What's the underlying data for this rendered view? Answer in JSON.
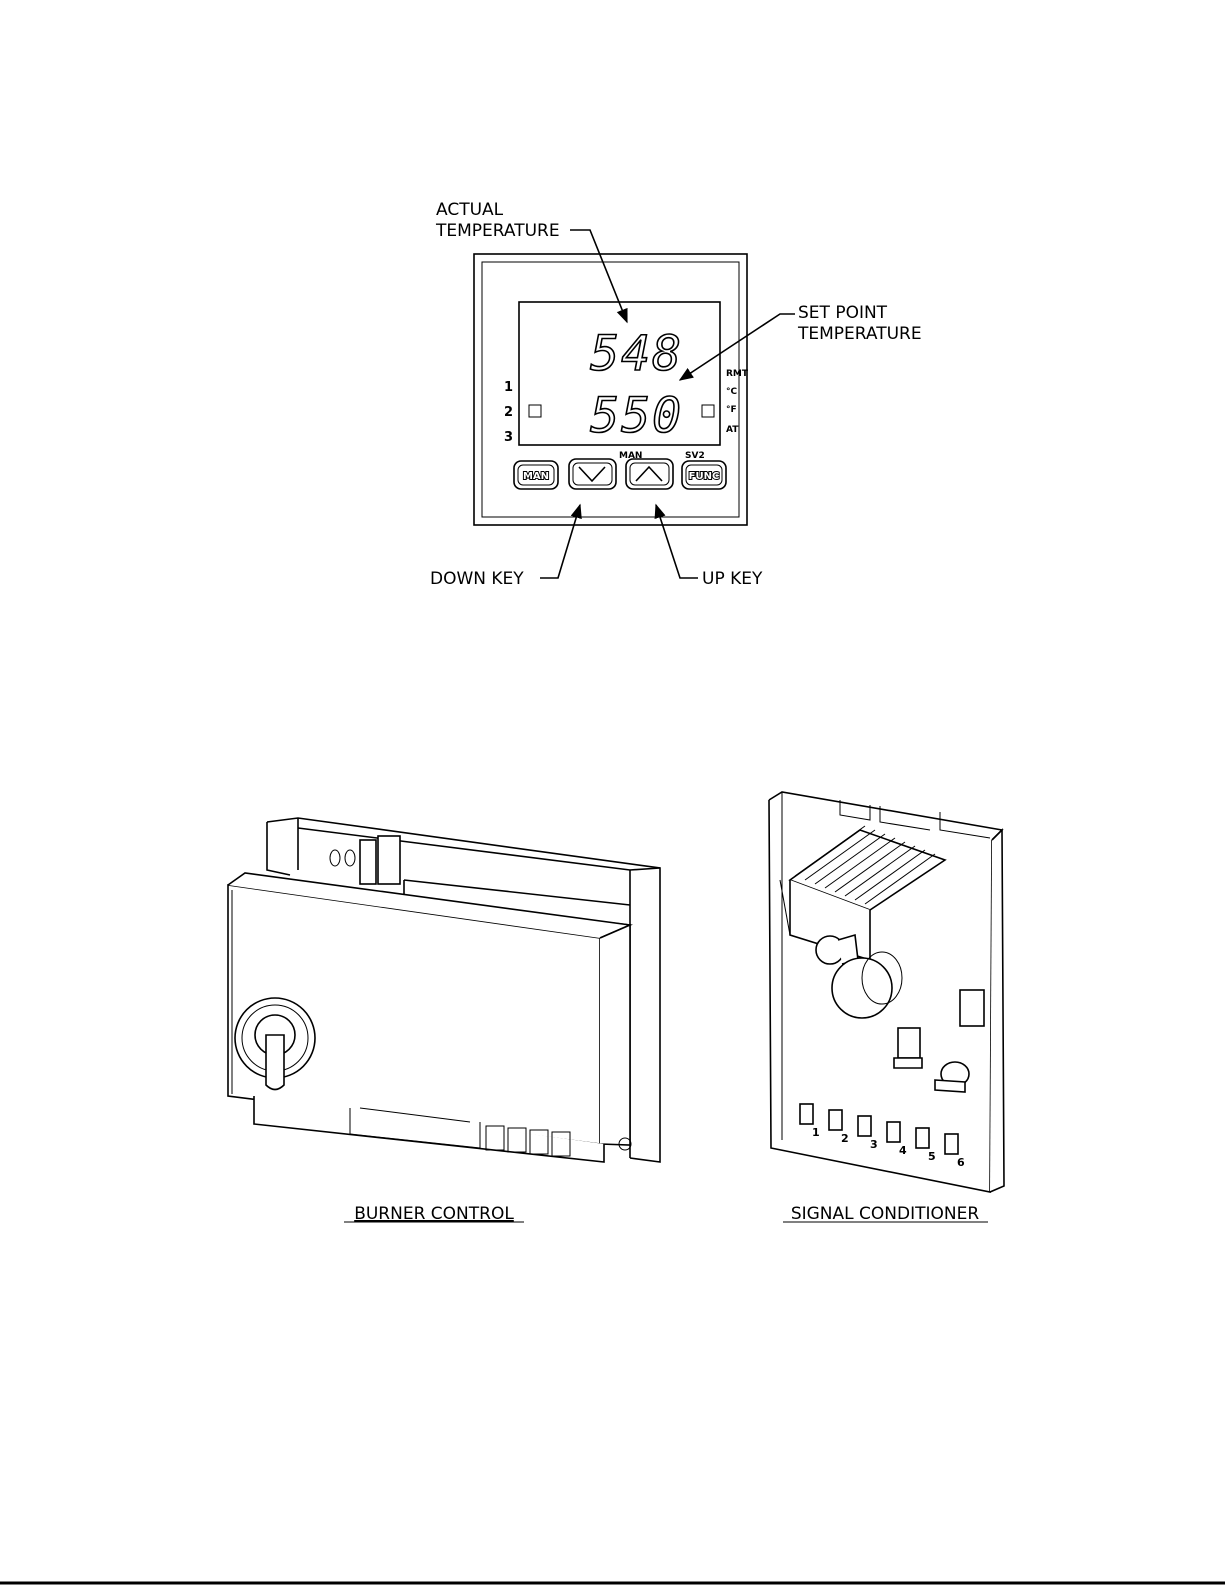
{
  "controller": {
    "display_top": "548",
    "display_bottom": "550",
    "indicators_left": [
      "1",
      "2",
      "3"
    ],
    "indicators_right": [
      "RMT",
      "°C",
      "°F",
      "AT"
    ],
    "label_man_above": "MAN",
    "label_sv2_above": "SV2",
    "keys": {
      "man": "MAN",
      "func": "FUNC"
    }
  },
  "annotations": {
    "actual_line1": "ACTUAL",
    "actual_line2": "TEMPERATURE",
    "setpoint_line1": "SET POINT",
    "setpoint_line2": "TEMPERATURE",
    "down_key": "DOWN KEY",
    "up_key": "UP KEY"
  },
  "captions": {
    "burner": "BURNER CONTROL",
    "signal": "SIGNAL CONDITIONER"
  },
  "terminals": [
    "1",
    "2",
    "3",
    "4",
    "5",
    "6"
  ]
}
